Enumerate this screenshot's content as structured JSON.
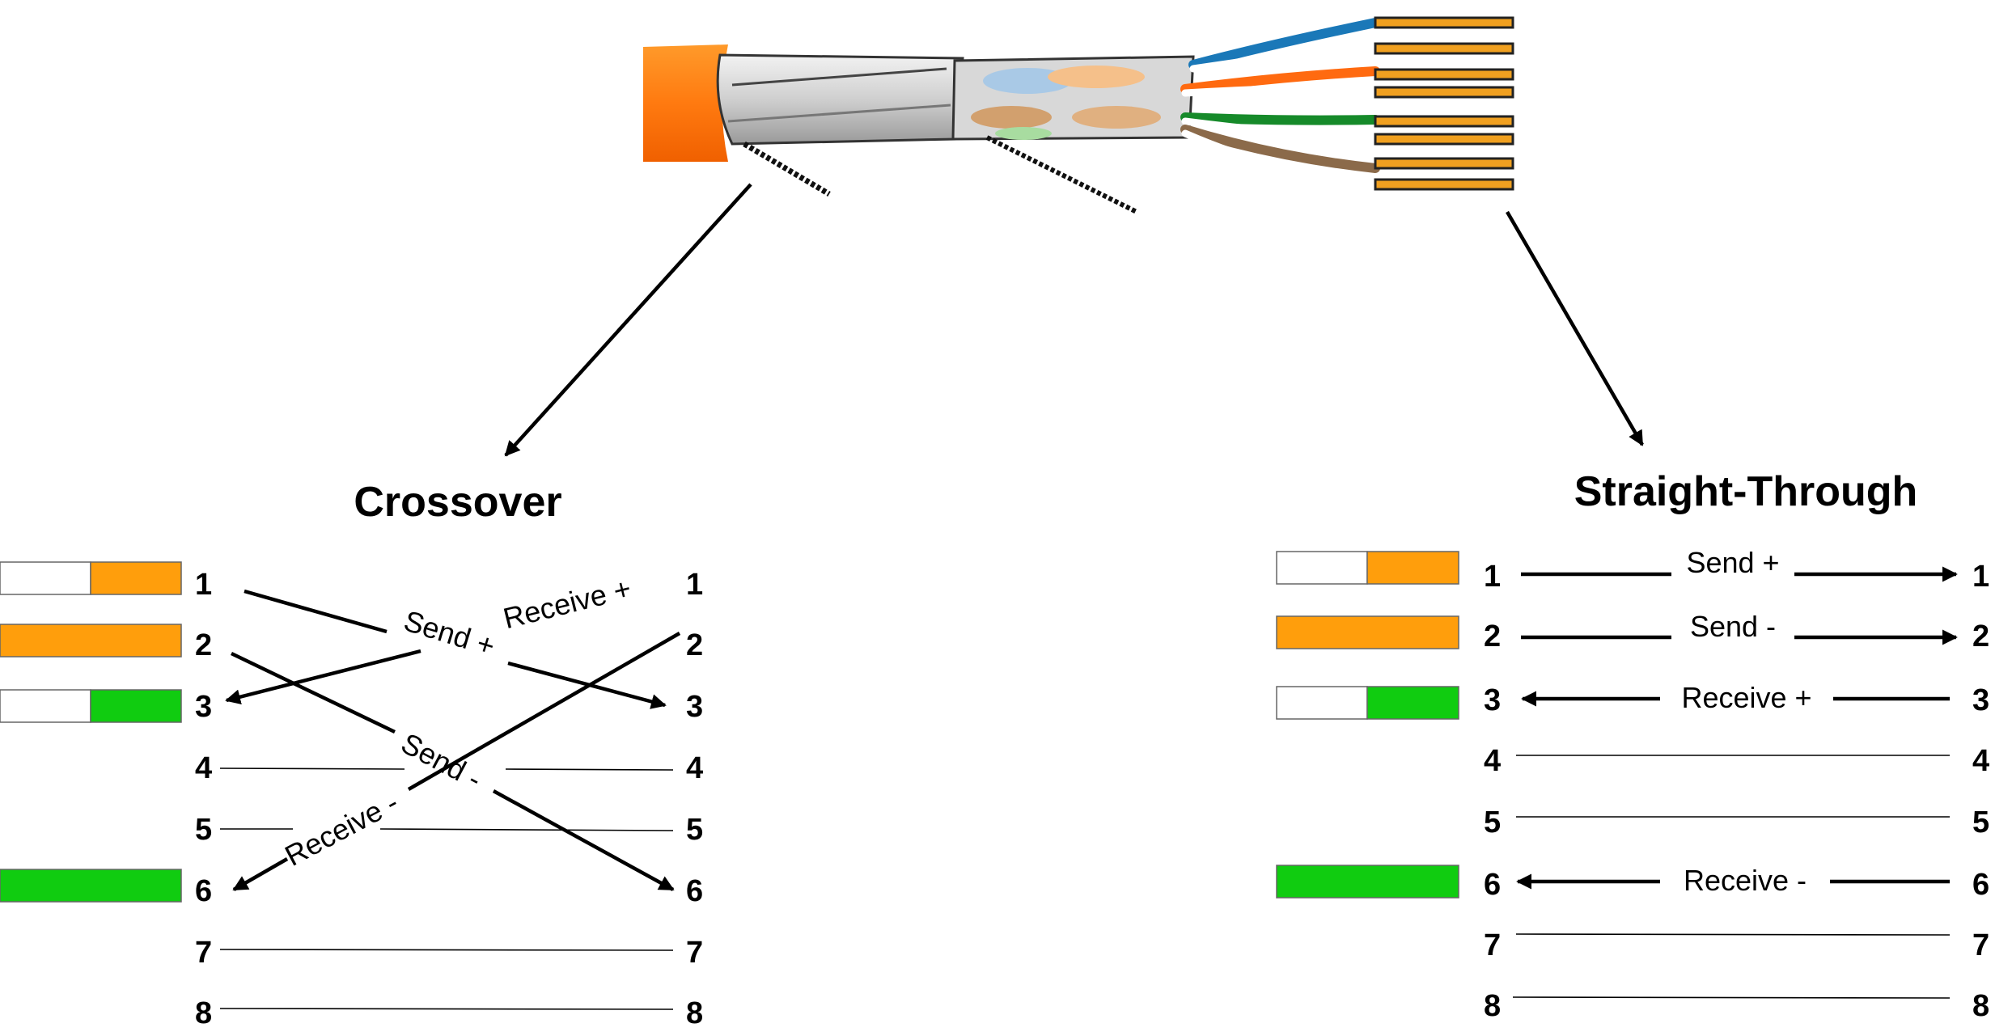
{
  "titles": {
    "crossover": "Crossover",
    "straight": "Straight-Through"
  },
  "pins": [
    "1",
    "2",
    "3",
    "4",
    "5",
    "6",
    "7",
    "8"
  ],
  "crossover_labels": {
    "send_plus": "Send +",
    "send_minus": "Send -",
    "receive_plus": "Receive +",
    "receive_minus": "Receive -"
  },
  "straight_labels": {
    "send_plus": "Send +",
    "send_minus": "Send -",
    "receive_plus": "Receive +",
    "receive_minus": "Receive -"
  },
  "colors": {
    "orange": "#FF9E0C",
    "green": "#10CC10",
    "jacket": "#E2E2E2",
    "blue": "#1A78B8",
    "brown": "#8B6A4A",
    "gold": "#F0A020"
  }
}
